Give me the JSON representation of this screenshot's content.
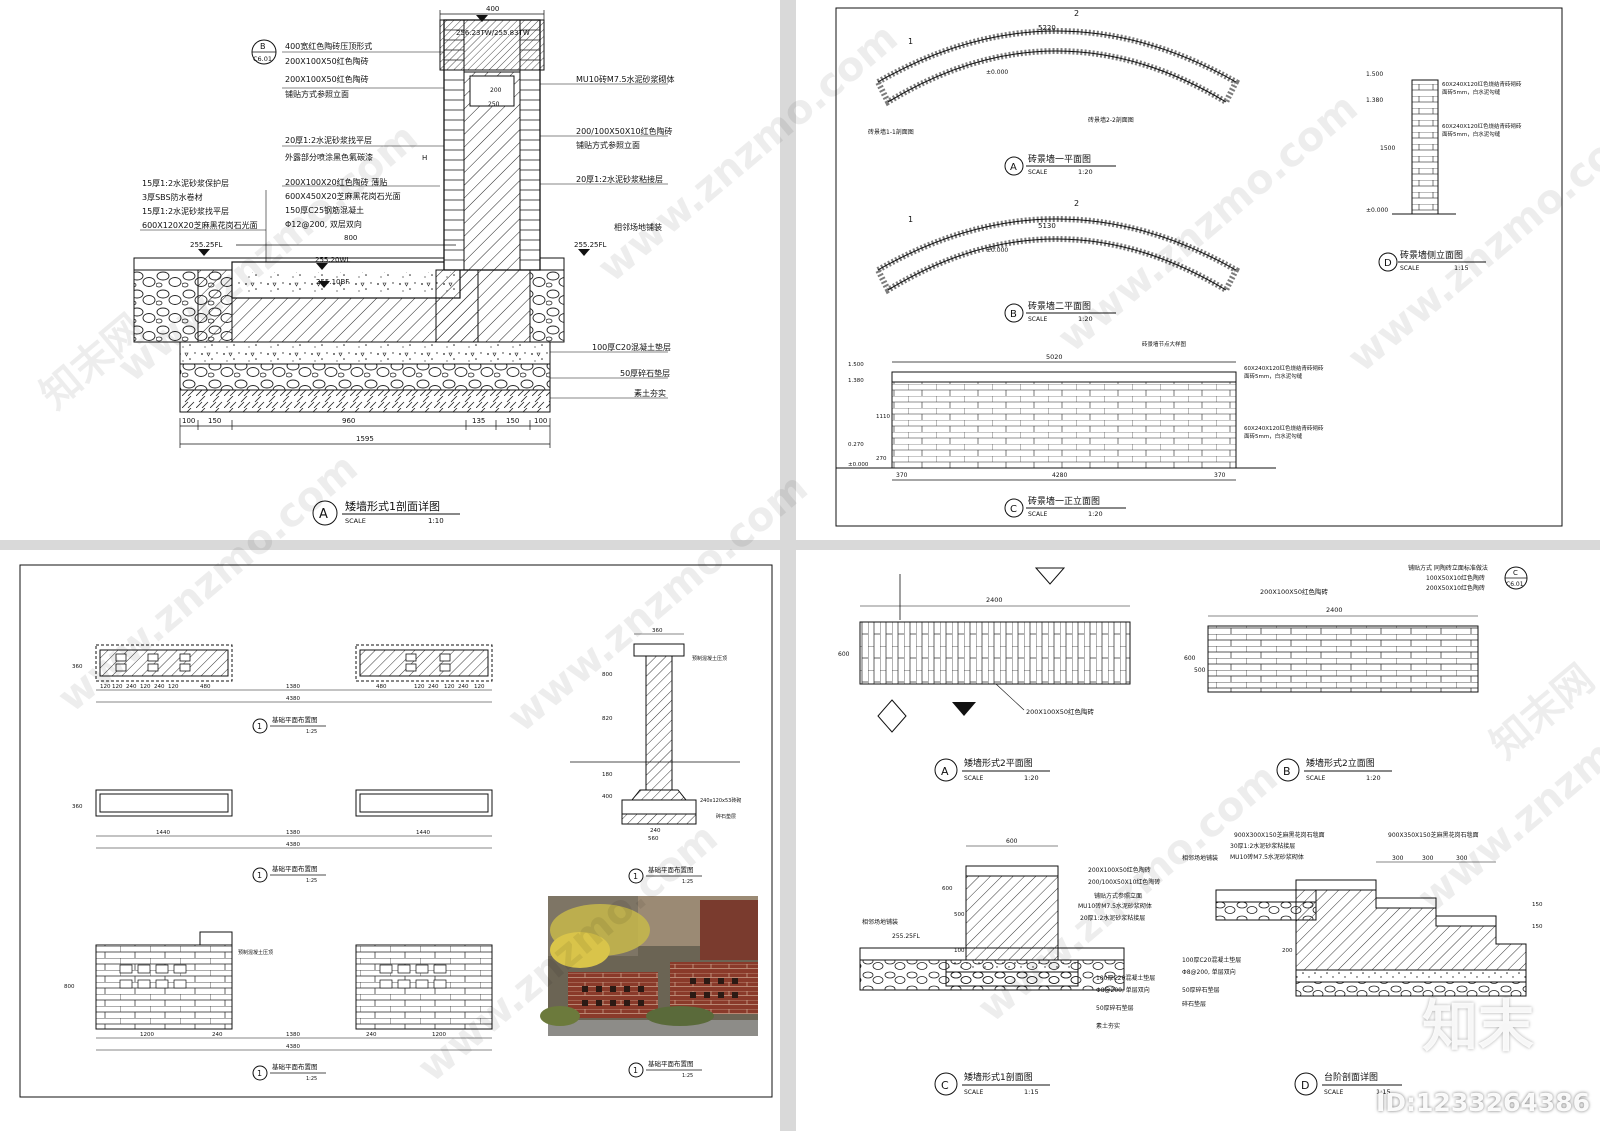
{
  "watermark": {
    "url": "www.znzmo.com",
    "cn": "知末网"
  },
  "brand": "知末",
  "id_label": "ID:1233264386",
  "panel_a": {
    "title": "矮墙形式1剖面详图",
    "letter": "A",
    "scale_label": "SCALE",
    "scale": "1:10",
    "ref": {
      "top": "B",
      "bottom": "C6.01"
    },
    "callouts_top": [
      "400宽红色陶砖压顶形式",
      "200X100X50红色陶砖",
      "200X100X50红色陶砖",
      "铺贴方式参照立面"
    ],
    "callouts_mid": [
      "20厚1:2水泥砂浆找平层",
      "外露部分喷涂黑色氟碳漆"
    ],
    "callouts_pool": [
      "200X100X20红色陶砖 薄贴",
      "600X450X20芝麻黑花岗石光面",
      "150厚C25钢筋混凝土",
      "Φ12@200, 双层双向"
    ],
    "callouts_left": [
      "15厚1:2水泥砂浆保护层",
      "3厚SBS防水卷材",
      "15厚1:2水泥砂浆找平层",
      "600X120X20芝麻黑花岗石光面"
    ],
    "callouts_right": [
      "MU10砖M7.5水泥砂浆砌体",
      "200/100X50X10红色陶砖",
      "铺贴方式参照立面",
      "20厚1:2水泥砂浆粘接层",
      "相邻场地铺装"
    ],
    "callouts_bottom": [
      "100厚C20混凝土垫层",
      "50厚碎石垫层",
      "素土夯实"
    ],
    "levels": [
      "256.23TW/255.83TW",
      "255.25FL",
      "255.20WL",
      "255.10BF",
      "255.25FL"
    ],
    "dims_top": [
      "400",
      "200",
      "250",
      "800",
      "H"
    ],
    "dims_bottom": [
      "100",
      "150",
      "960",
      "135",
      "150",
      "100"
    ],
    "total": "1595"
  },
  "panel_b": {
    "plan1": {
      "letter": "A",
      "title": "砖景墙一平面图",
      "scale_label": "SCALE",
      "scale": "1:20"
    },
    "plan2": {
      "letter": "B",
      "title": "砖景墙二平面图",
      "scale_label": "SCALE",
      "scale": "1:20"
    },
    "front": {
      "letter": "C",
      "title": "砖景墙一正立面图",
      "scale_label": "SCALE",
      "scale": "1:20"
    },
    "side": {
      "letter": "D",
      "title": "砖景墙侧立面图",
      "scale_label": "SCALE",
      "scale": "1:15"
    },
    "plan_dims": [
      "5220",
      "5130",
      "±0.000"
    ],
    "section_marks": [
      "1",
      "2"
    ],
    "plan_notes": [
      "砖景墙2-2剖面图",
      "砖景墙1-1剖面图"
    ],
    "brick_notes": [
      "60X240X120红色烧结青砖砌砖",
      "面砖5mm，白水泥勾缝"
    ],
    "front_dims": {
      "top": "5020",
      "bottom": [
        "370",
        "4280",
        "370"
      ],
      "left": [
        "1.500",
        "1.380",
        "1110",
        "0.270",
        "270",
        "±0.000"
      ]
    },
    "front_note": "砖景墙节点大样图",
    "side_dims": [
      "1.500",
      "1.380",
      "1500",
      "±0.000"
    ]
  },
  "panel_c": {
    "plan_title": "基础平面布置图",
    "circle": "1",
    "scale": "1:25",
    "plan_dims": [
      "120",
      "120",
      "240",
      "120",
      "240",
      "120",
      "480",
      "1380",
      "480",
      "120",
      "240",
      "120",
      "240",
      "120"
    ],
    "total": "4380",
    "plan2_dims": [
      "1440",
      "1380",
      "1440"
    ],
    "elev_dims": [
      "1200",
      "240",
      "1380",
      "240",
      "1200"
    ],
    "side_vals": [
      "360",
      "800",
      "820",
      "180",
      "400"
    ],
    "footing_dims": [
      "360",
      "240",
      "560"
    ],
    "notes": [
      "预制混凝土压顶",
      "240x120x53砖砌",
      "碎石垫层"
    ]
  },
  "panel_d": {
    "plan": {
      "letter": "A",
      "title": "矮墙形式2平面图",
      "scale_label": "SCALE",
      "scale": "1:20",
      "dim": "2400",
      "side": "600",
      "note": "200X100X50红色陶砖"
    },
    "elev": {
      "letter": "B",
      "title": "矮墙形式2立面图",
      "scale_label": "SCALE",
      "scale": "1:20",
      "dim": "2400",
      "note_top": "200X100X50红色陶砖",
      "notes_right": [
        "铺贴方式 同陶砖立面标准做法",
        "100X50X10红色陶砖",
        "200X50X10红色陶砖"
      ],
      "ref": {
        "top": "C",
        "bottom": "C6.01"
      },
      "dims_left": [
        "600",
        "500"
      ]
    },
    "sec1": {
      "letter": "C",
      "title": "矮墙形式1剖面图",
      "scale_label": "SCALE",
      "scale": "1:15",
      "top_dim": "600",
      "level": "255.25FL",
      "notes": [
        "200X100X50红色陶砖",
        "200/100X50X10红色陶砖",
        "铺贴方式参照立面",
        "MU10砖M7.5水泥砂浆砌体",
        "20厚1:2水泥砂浆粘接层",
        "100厚C20混凝土垫层",
        "Φ8@200, 单层双向",
        "50厚碎石垫层",
        "素土夯实"
      ],
      "left_note": "相邻场地铺装",
      "dims_left": [
        "600",
        "500",
        "100"
      ]
    },
    "sec2": {
      "letter": "D",
      "title": "台阶剖面详图",
      "scale_label": "SCALE",
      "scale": "1:15",
      "notes_top": [
        "900X300X150芝麻黑花岗石毯面",
        "30厚1:2水泥砂浆粘接层",
        "MU10砖M7.5水泥砂浆砌体",
        "900X350X150芝麻黑花岗石毯面"
      ],
      "left_notes": [
        "相邻场地铺装",
        "100厚C20混凝土垫层",
        "Φ8@200, 单层双向",
        "50厚碎石垫层",
        "碎石垫层"
      ],
      "top_dims": [
        "300",
        "300",
        "300"
      ],
      "side_dims": [
        "150",
        "150",
        "200"
      ]
    }
  }
}
